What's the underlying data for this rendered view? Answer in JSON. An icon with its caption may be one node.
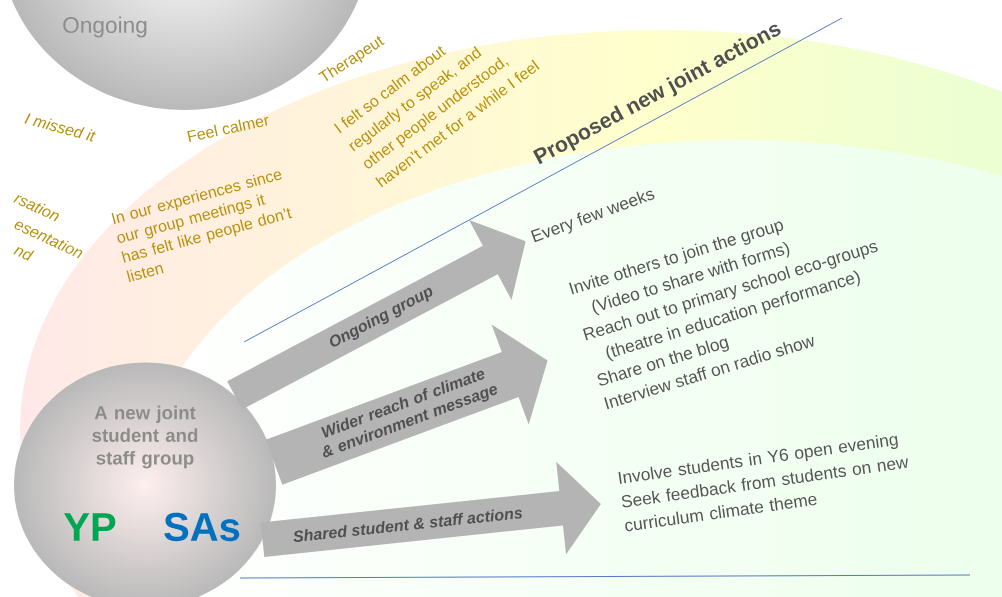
{
  "diagram": {
    "title": "Proposed new joint actions",
    "nodes": [
      {
        "text": [
          "Ongoing"
        ]
      },
      {
        "text": [
          "A new joint student and staff group",
          "YP",
          "SAs"
        ]
      },
      {
        "text": [
          "Every few weeks"
        ]
      },
      {
        "text": [
          "Invite others to join the group",
          "(Video to share with forms)",
          "Reach out to primary school eco-groups",
          "(theatre in education performance)",
          "Share on the blog",
          "Interview staff on radio show"
        ]
      },
      {
        "text": [
          "Involve students in Y6 open evening",
          "Seek feedback from students on new curriculum climate theme"
        ]
      }
    ],
    "edges": [
      {
        "from": 1,
        "to": 2,
        "arrow": "to",
        "label": "Ongoing group"
      },
      {
        "from": 1,
        "to": 3,
        "arrow": "to",
        "label": "Wider reach of climate & environment message"
      },
      {
        "from": 1,
        "to": 4,
        "arrow": "to",
        "label": "Shared student & staff actions"
      }
    ],
    "labels": [
      "I missed it",
      "Feel calmer",
      "Therapeut",
      "I felt so calm about",
      "regularly to speak, and",
      "other people understood,",
      "haven’t met for a while I feel",
      "rsation",
      "esentation",
      "nd",
      "In our experiences since our group meetings it has felt like people don’t listen"
    ]
  }
}
